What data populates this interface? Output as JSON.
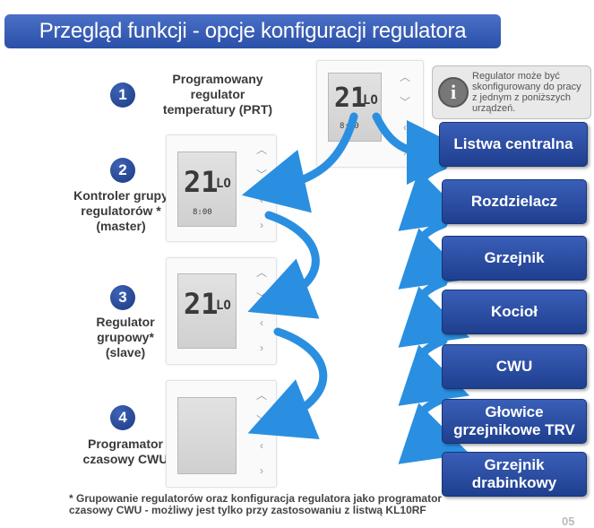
{
  "header": {
    "title": "Przegląd funkcji - opcje konfiguracji regulatora"
  },
  "info": {
    "text": "Regulator może być skonfigurowany do pracy z jednym z poniższych urządzeń."
  },
  "steps": [
    {
      "number": "1",
      "label_lines": [
        "Programowany",
        "regulator",
        "temperatury (PRT)"
      ]
    },
    {
      "number": "2",
      "label_lines": [
        "Kontroler grupy",
        "regulatorów *",
        "(master)"
      ]
    },
    {
      "number": "3",
      "label_lines": [
        "Regulator",
        "grupowy*",
        "(slave)"
      ]
    },
    {
      "number": "4",
      "label_lines": [
        "Programator",
        "czasowy CWU"
      ]
    }
  ],
  "display": {
    "big": "21",
    "small": "LO",
    "time": "8:00"
  },
  "devices_list": [
    {
      "label": "Listwa centralna"
    },
    {
      "label": "Rozdzielacz"
    },
    {
      "label": "Grzejnik"
    },
    {
      "label": "Kocioł"
    },
    {
      "label": "CWU"
    },
    {
      "label": "Głowice grzejnikowe TRV"
    },
    {
      "label": "Grzejnik drabinkowy"
    }
  ],
  "footnote": {
    "line1": "* Grupowanie regulatorów oraz konfiguracja regulatora jako programator",
    "line2": "czasowy CWU - możliwy jest tylko przy zastosowaniu z listwą KL10RF"
  },
  "page_number": "05",
  "colors": {
    "header": "#2b50a8",
    "tag": "#1f3f8f",
    "arrow": "#2a8fe0"
  }
}
